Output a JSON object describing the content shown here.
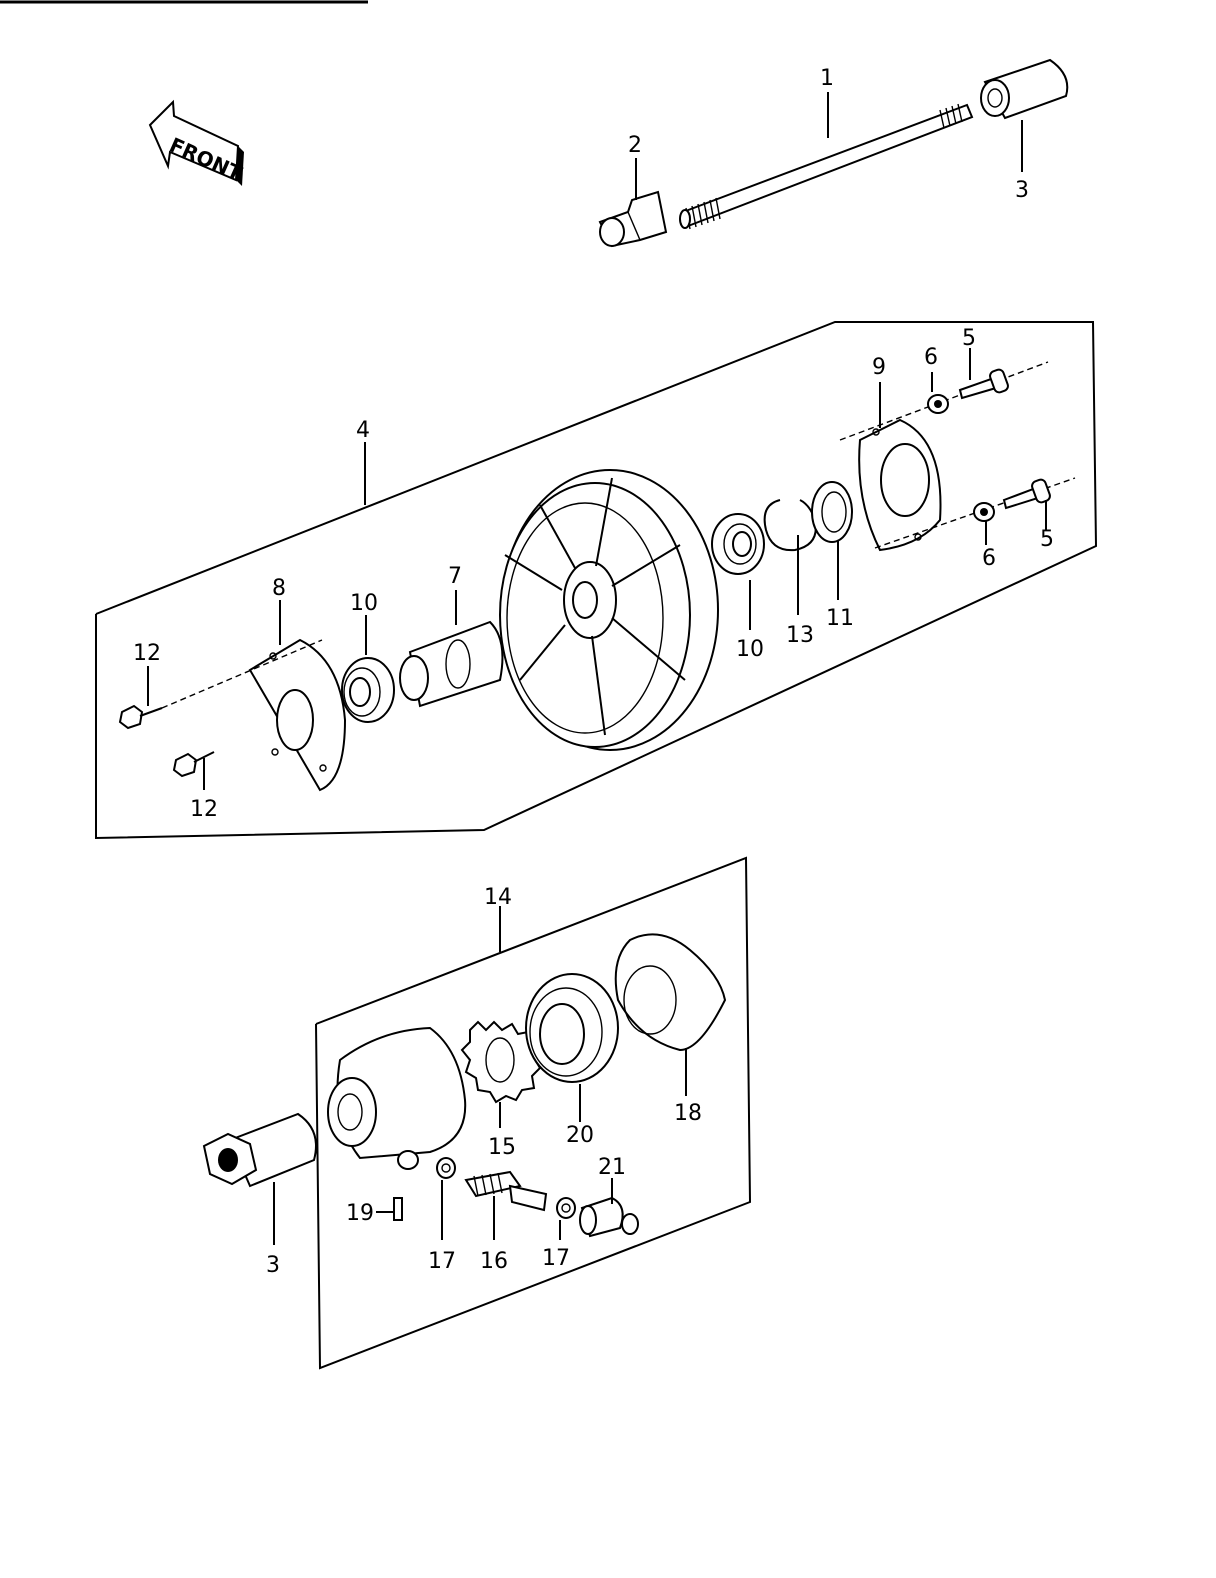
{
  "front_arrow": {
    "text": "FRONT"
  },
  "callouts": [
    {
      "id": "c1",
      "text": "1"
    },
    {
      "id": "c2",
      "text": "2"
    },
    {
      "id": "c3a",
      "text": "3"
    },
    {
      "id": "c4",
      "text": "4"
    },
    {
      "id": "c5a",
      "text": "5"
    },
    {
      "id": "c6a",
      "text": "6"
    },
    {
      "id": "c9",
      "text": "9"
    },
    {
      "id": "c6b",
      "text": "6"
    },
    {
      "id": "c5b",
      "text": "5"
    },
    {
      "id": "c8",
      "text": "8"
    },
    {
      "id": "c10a",
      "text": "10"
    },
    {
      "id": "c7",
      "text": "7"
    },
    {
      "id": "c12a",
      "text": "12"
    },
    {
      "id": "c12b",
      "text": "12"
    },
    {
      "id": "c10b",
      "text": "10"
    },
    {
      "id": "c13",
      "text": "13"
    },
    {
      "id": "c11",
      "text": "11"
    },
    {
      "id": "c14",
      "text": "14"
    },
    {
      "id": "c18",
      "text": "18"
    },
    {
      "id": "c15",
      "text": "15"
    },
    {
      "id": "c20",
      "text": "20"
    },
    {
      "id": "c21",
      "text": "21"
    },
    {
      "id": "c19",
      "text": "19"
    },
    {
      "id": "c3b",
      "text": "3"
    },
    {
      "id": "c17a",
      "text": "17"
    },
    {
      "id": "c16",
      "text": "16"
    },
    {
      "id": "c17b",
      "text": "17"
    }
  ]
}
